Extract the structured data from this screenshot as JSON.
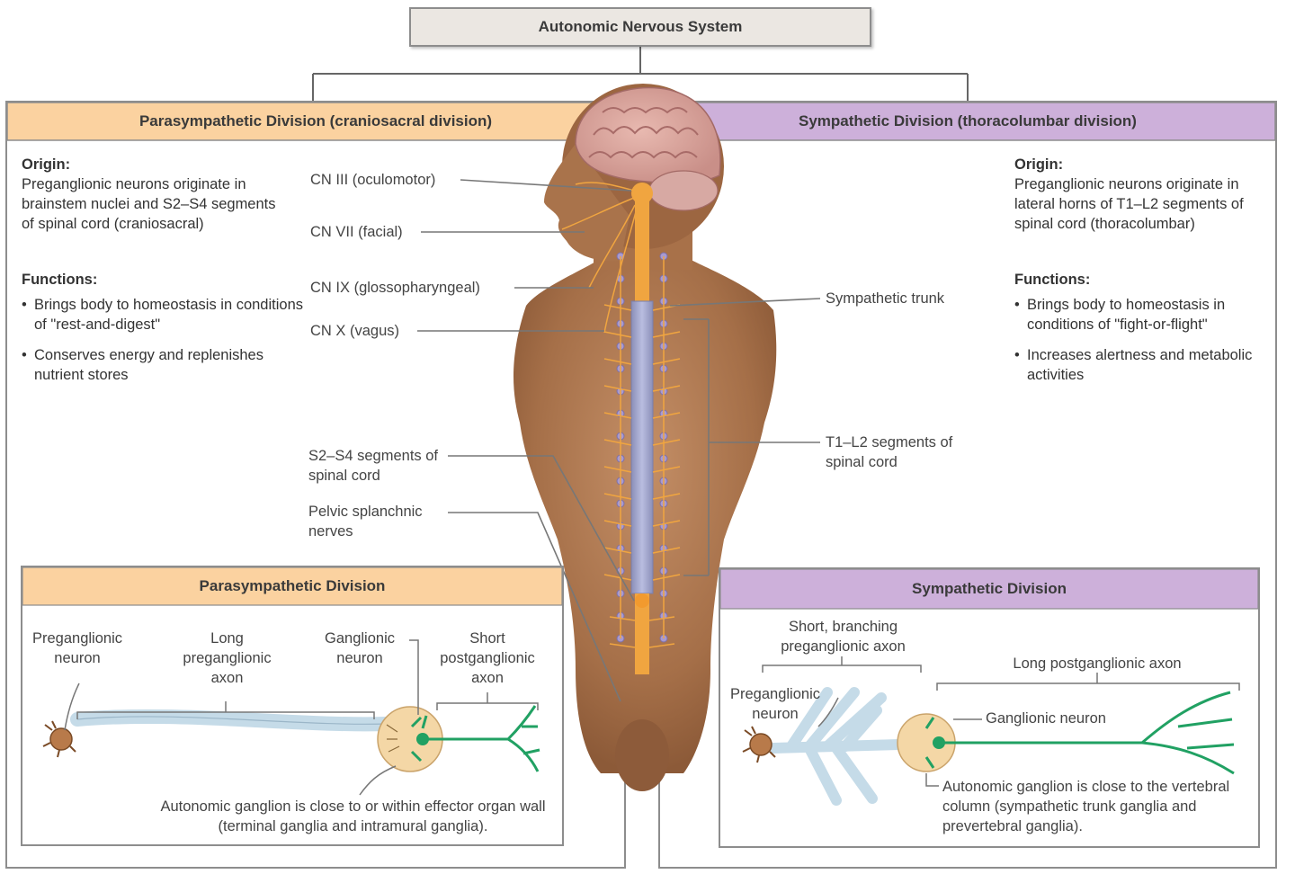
{
  "title": "Autonomic Nervous System",
  "parasympathetic": {
    "header": "Parasympathetic Division (craniosacral division)",
    "origin_heading": "Origin:",
    "origin_text": "Preganglionic neurons originate in brainstem nuclei and S2–S4 segments of spinal cord (craniosacral)",
    "functions_heading": "Functions:",
    "functions": [
      "Brings body to homeostasis in conditions of \"rest-and-digest\"",
      "Conserves energy and replenishes nutrient stores"
    ]
  },
  "sympathetic": {
    "header": "Sympathetic Division (thoracolumbar division)",
    "origin_heading": "Origin:",
    "origin_text": "Preganglionic neurons originate in lateral horns of T1–L2 segments of spinal cord (thoracolumbar)",
    "functions_heading": "Functions:",
    "functions": [
      "Brings body to homeostasis in conditions of \"fight-or-flight\"",
      "Increases alertness and metabolic activities"
    ]
  },
  "body_labels": {
    "cn3": "CN III (oculomotor)",
    "cn7": "CN VII (facial)",
    "cn9": "CN IX (glossopharyngeal)",
    "cn10": "CN X (vagus)",
    "s2s4": "S2–S4 segments of spinal cord",
    "pelvic": "Pelvic splanchnic nerves",
    "symp_trunk": "Sympathetic trunk",
    "t1l2": "T1–L2 segments of spinal cord"
  },
  "para_inset": {
    "header": "Parasympathetic Division",
    "preganglionic_neuron": "Preganglionic neuron",
    "long_axon": "Long preganglionic axon",
    "ganglionic_neuron": "Ganglionic neuron",
    "short_axon": "Short postganglionic axon",
    "ganglion_note": "Autonomic ganglion is close to or within effector organ wall (terminal ganglia and intramural ganglia)."
  },
  "symp_inset": {
    "header": "Sympathetic Division",
    "short_branching": "Short, branching preganglionic axon",
    "long_postganglionic": "Long postganglionic axon",
    "preganglionic_neuron": "Preganglionic neuron",
    "ganglionic_neuron": "Ganglionic neuron",
    "ganglion_note": "Autonomic ganglion is close to the vertebral column (sympathetic trunk ganglia and prevertebral ganglia)."
  },
  "colors": {
    "para_header": "#fbd2a0",
    "symp_header": "#cdb0da",
    "title_bg": "#ebe7e2",
    "skin": "#b27c55",
    "nerve": "#f0a540",
    "postganglionic": "#21a163",
    "ganglion": "#f4d7a6"
  }
}
